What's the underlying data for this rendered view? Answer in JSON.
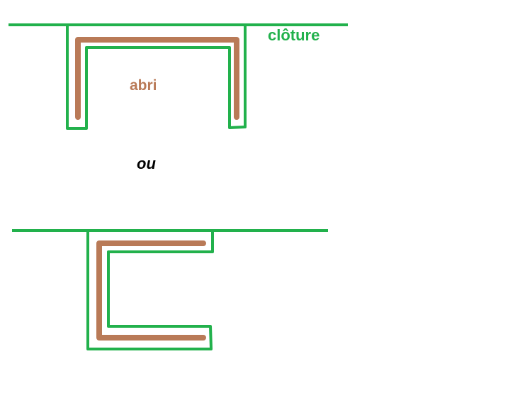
{
  "labels": {
    "fence": "clôture",
    "shelter": "abri",
    "or": "ou"
  },
  "colors": {
    "fence": "#22b14c",
    "shelter": "#b97a57",
    "text": "#000000"
  }
}
